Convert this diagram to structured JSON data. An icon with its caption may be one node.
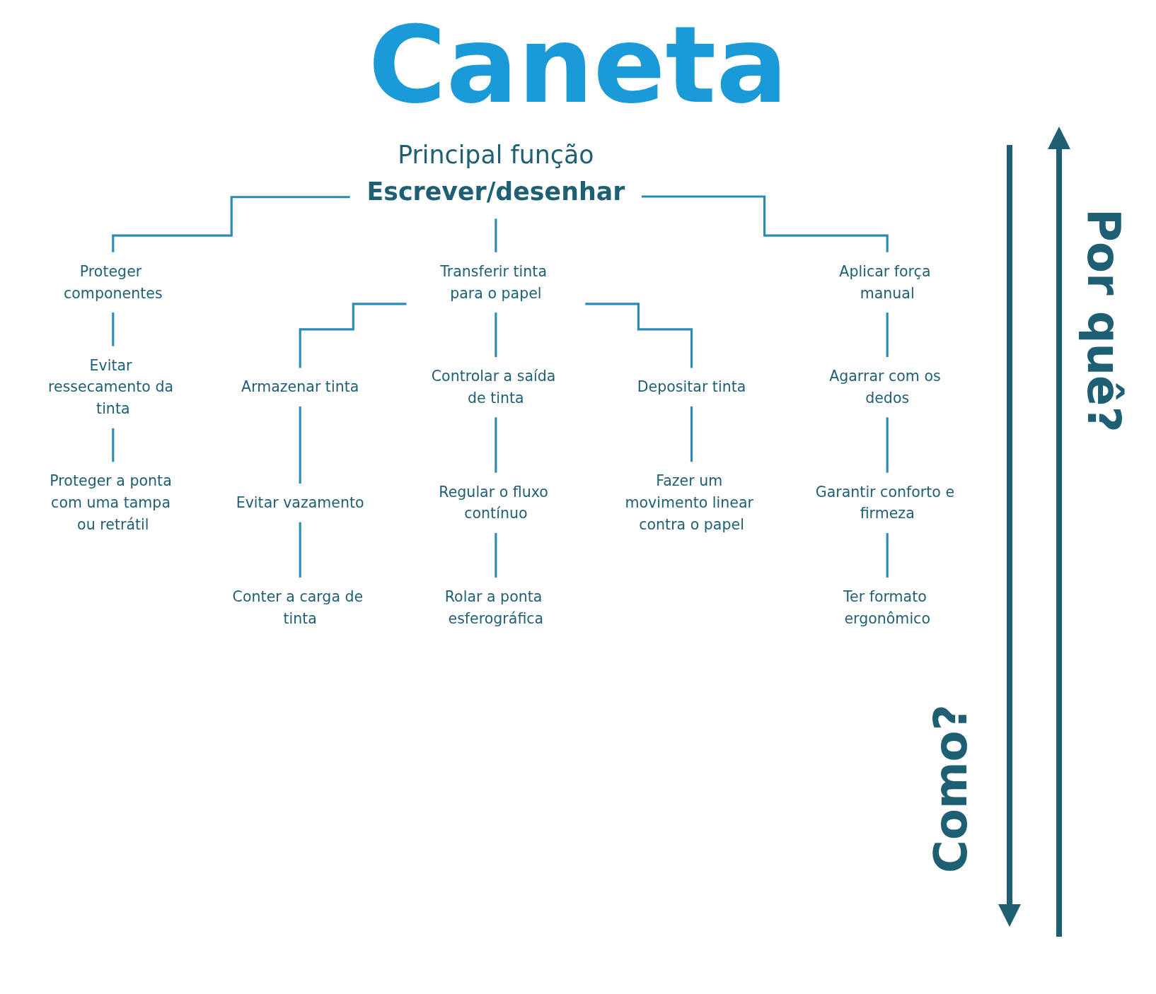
{
  "diagram": {
    "title": "Caneta",
    "nodes": [
      {
        "text": [
          "Principal função",
          "Escrever/desenhar"
        ]
      },
      {
        "text": [
          "Proteger componentes"
        ]
      },
      {
        "text": [
          "Transferir tinta para o papel"
        ]
      },
      {
        "text": [
          "Aplicar força manual"
        ]
      },
      {
        "text": [
          "Evitar ressecamento da tinta"
        ]
      },
      {
        "text": [
          "Proteger a ponta com uma tampa ou retrátil"
        ]
      },
      {
        "text": [
          "Armazenar tinta"
        ]
      },
      {
        "text": [
          "Controlar a saída de tinta"
        ]
      },
      {
        "text": [
          "Depositar tinta"
        ]
      },
      {
        "text": [
          "Evitar vazamento"
        ]
      },
      {
        "text": [
          "Conter a carga de tinta"
        ]
      },
      {
        "text": [
          "Regular o fluxo contínuo"
        ]
      },
      {
        "text": [
          "Rolar a ponta esferográfica"
        ]
      },
      {
        "text": [
          "Fazer um movimento linear contra o papel"
        ]
      },
      {
        "text": [
          "Agarrar com os dedos"
        ]
      },
      {
        "text": [
          "Garantir conforto e firmeza"
        ]
      },
      {
        "text": [
          "Ter formato ergonômico"
        ]
      }
    ],
    "edges": [
      {
        "from": 0,
        "to": 1,
        "arrow": "none"
      },
      {
        "from": 0,
        "to": 2,
        "arrow": "none"
      },
      {
        "from": 0,
        "to": 3,
        "arrow": "none"
      },
      {
        "from": 1,
        "to": 4,
        "arrow": "none"
      },
      {
        "from": 4,
        "to": 5,
        "arrow": "none"
      },
      {
        "from": 2,
        "to": 6,
        "arrow": "none"
      },
      {
        "from": 2,
        "to": 7,
        "arrow": "none"
      },
      {
        "from": 2,
        "to": 8,
        "arrow": "none"
      },
      {
        "from": 6,
        "to": 9,
        "arrow": "none"
      },
      {
        "from": 9,
        "to": 10,
        "arrow": "none"
      },
      {
        "from": 7,
        "to": 11,
        "arrow": "none"
      },
      {
        "from": 11,
        "to": 12,
        "arrow": "none"
      },
      {
        "from": 8,
        "to": 13,
        "arrow": "none"
      },
      {
        "from": 3,
        "to": 14,
        "arrow": "none"
      },
      {
        "from": 14,
        "to": 15,
        "arrow": "none"
      },
      {
        "from": 15,
        "to": 16,
        "arrow": "none"
      }
    ],
    "labels": [
      "Por quê?",
      "Como?"
    ]
  }
}
